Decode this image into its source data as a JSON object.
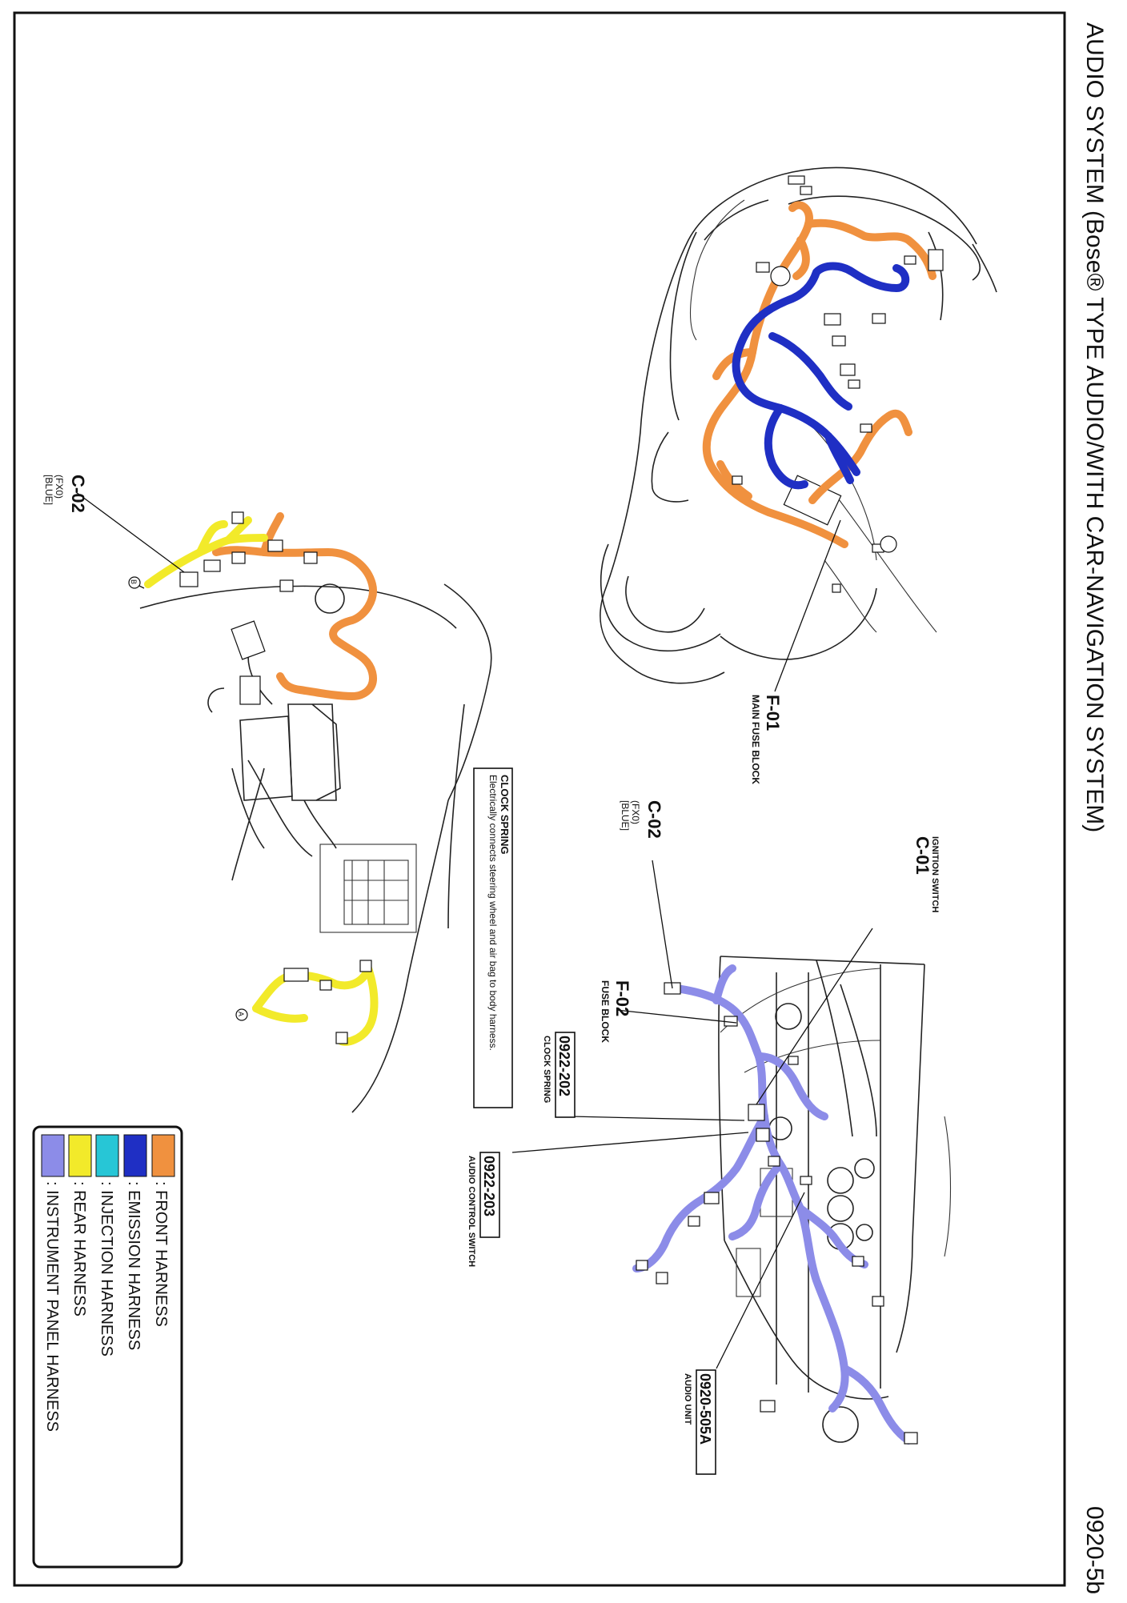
{
  "header": {
    "title": "AUDIO SYSTEM (Bose® TYPE AUDIO/WITH CAR-NAVIGATION SYSTEM)",
    "page_code": "0920-5b"
  },
  "callouts": {
    "f01": {
      "code": "F-01",
      "label": "MAIN FUSE BLOCK"
    },
    "c01": {
      "code": "C-01",
      "label": "IGNITION SWITCH"
    },
    "c02_top": {
      "code": "C-02",
      "sub1": "(FX0)",
      "sub2": "[BLUE]"
    },
    "c02_left": {
      "code": "C-02",
      "sub1": "(FX0)",
      "sub2": "[BLUE]"
    },
    "f02": {
      "code": "F-02",
      "label": "FUSE BLOCK"
    },
    "cs202": {
      "code": "0922-202",
      "label": "CLOCK SPRING"
    },
    "acs203": {
      "code": "0922-203",
      "label": "AUDIO CONTROL SWITCH"
    },
    "au505": {
      "code": "0920-505A",
      "label": "AUDIO UNIT"
    },
    "marker_a": "A",
    "marker_b": "B"
  },
  "note": {
    "title": "CLOCK SPRING",
    "text": "Electrically connects steering wheel and air bag to body harness."
  },
  "legend": {
    "items": [
      {
        "label": ": FRONT HARNESS",
        "color": "#f0913f"
      },
      {
        "label": ": EMISSION HARNESS",
        "color": "#1f2fc4"
      },
      {
        "label": ": INJECTION HARNESS",
        "color": "#27c6d6"
      },
      {
        "label": ": REAR HARNESS",
        "color": "#f2ea2a"
      },
      {
        "label": ": INSTRUMENT PANEL HARNESS",
        "color": "#8c8ce8"
      }
    ]
  }
}
